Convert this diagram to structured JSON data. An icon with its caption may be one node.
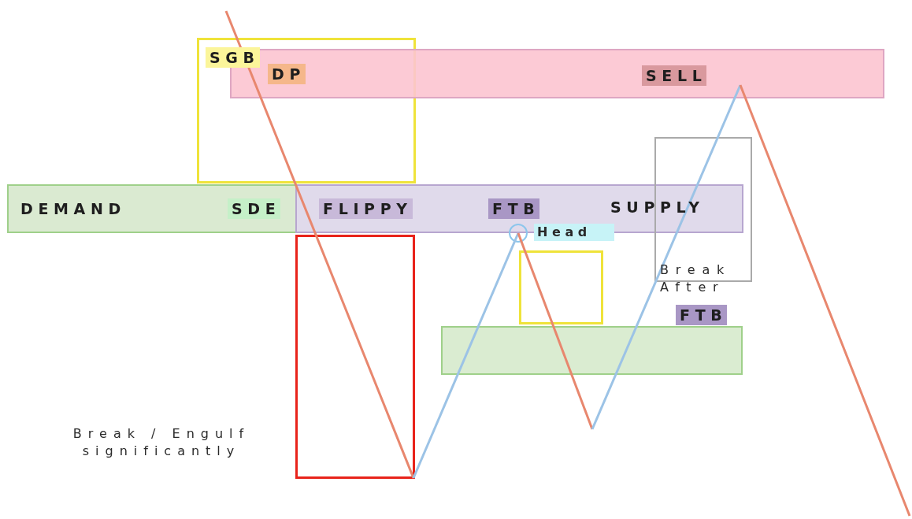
{
  "diagram": {
    "nodes": [
      {
        "text": [
          "SGB"
        ]
      },
      {
        "text": [
          "SELL"
        ]
      },
      {
        "text": [
          "DEMAND",
          "SDE"
        ]
      },
      {
        "text": [
          "FLIPPY",
          "FTB"
        ]
      },
      {
        "text": [],
        "shape": "box"
      },
      {
        "text": [],
        "shape": "box"
      },
      {
        "text": [],
        "shape": "box"
      },
      {
        "text": [],
        "shape": "bar"
      },
      {
        "text": [],
        "shape": "circle"
      }
    ],
    "labels": [
      "DP",
      "SUPPLY",
      "Head",
      "Break After",
      "FTB",
      "Break / Engulf significantly"
    ]
  }
}
